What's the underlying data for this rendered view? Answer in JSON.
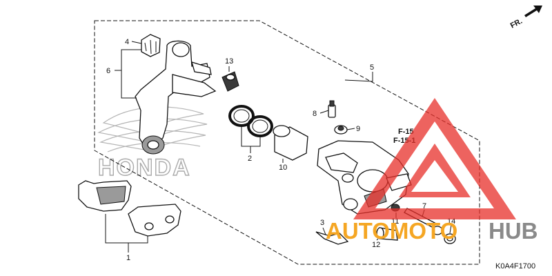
{
  "diagram": {
    "front_indicator": "FR.",
    "catalog_code": "K0A4F1700",
    "refs": [
      "F-15",
      "F-15-1"
    ],
    "callouts": {
      "c1": "1",
      "c2": "2",
      "c3": "3",
      "c4": "4",
      "c5": "5",
      "c6": "6",
      "c7": "7",
      "c8": "8",
      "c9": "9",
      "c10": "10",
      "c11": "11",
      "c12": "12",
      "c13": "13",
      "c14": "14"
    }
  },
  "background_logo": "HONDA",
  "watermark": {
    "text_orange": "AUTOMOTO",
    "text_gray": "HUB",
    "colors": {
      "triangle": "#e8302a",
      "orange": "#f5a623",
      "gray": "#8a8a8a"
    }
  }
}
